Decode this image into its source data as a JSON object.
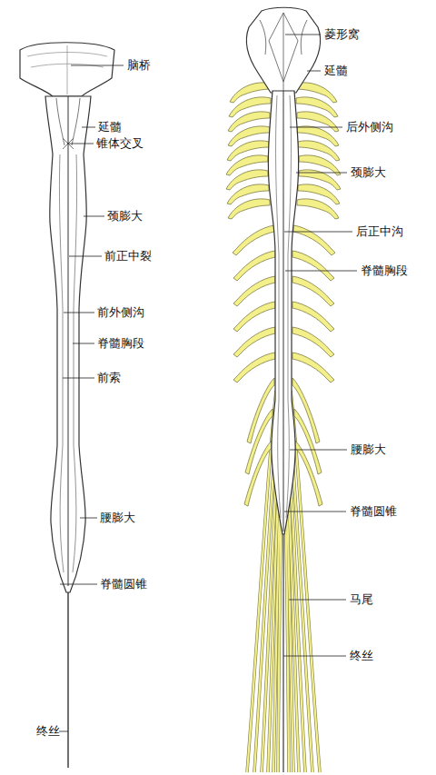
{
  "diagram": {
    "labels": [
      "脑桥",
      "延髓",
      "锥体交叉",
      "颈膨大",
      "前正中裂",
      "前外侧沟",
      "脊髓胸段",
      "前索",
      "腰膨大",
      "脊髓圆锥",
      "终丝",
      "菱形窝",
      "延髓",
      "后外侧沟",
      "颈膨大",
      "后正中沟",
      "脊髓胸段",
      "腰膨大",
      "脊髓圆锥",
      "马尾",
      "终丝"
    ]
  }
}
